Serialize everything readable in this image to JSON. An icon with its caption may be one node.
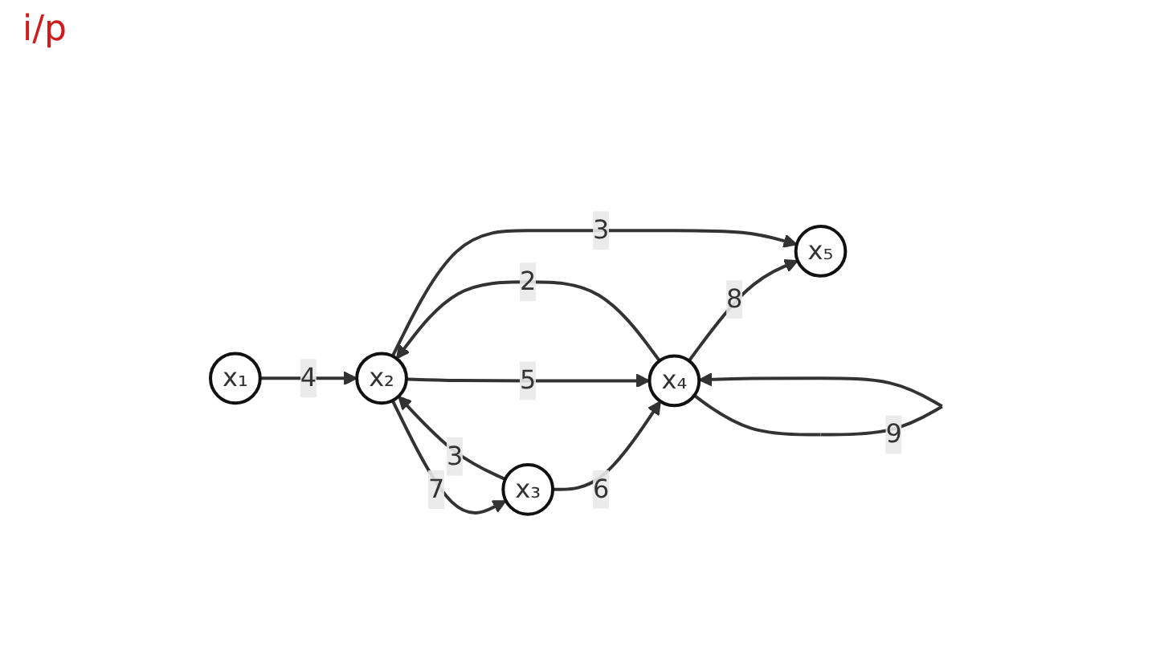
{
  "diagram": {
    "nodes": [
      {
        "text": [
          "x₁"
        ]
      },
      {
        "text": [
          "x₂"
        ]
      },
      {
        "text": [
          "x₃"
        ]
      },
      {
        "text": [
          "x₄"
        ]
      },
      {
        "text": [
          "x₅"
        ]
      }
    ],
    "edges": [
      {
        "from": 0,
        "to": 1,
        "arrow": "to",
        "label": "4"
      },
      {
        "from": 1,
        "to": 2,
        "arrow": "to",
        "label": "7"
      },
      {
        "from": 2,
        "to": 3,
        "arrow": "to",
        "label": "6"
      },
      {
        "from": 3,
        "to": 4,
        "arrow": "to",
        "label": "8"
      },
      {
        "from": 3,
        "to": 1,
        "arrow": "to",
        "label": "2"
      },
      {
        "from": 3,
        "to": 3,
        "arrow": "to",
        "label": "9"
      },
      {
        "from": 2,
        "to": 1,
        "arrow": "to",
        "label": "3"
      },
      {
        "from": 1,
        "to": 3,
        "arrow": "to",
        "label": "5"
      },
      {
        "from": 1,
        "to": 4,
        "arrow": "to",
        "label": "3"
      }
    ],
    "labels": [
      "i/p"
    ]
  }
}
